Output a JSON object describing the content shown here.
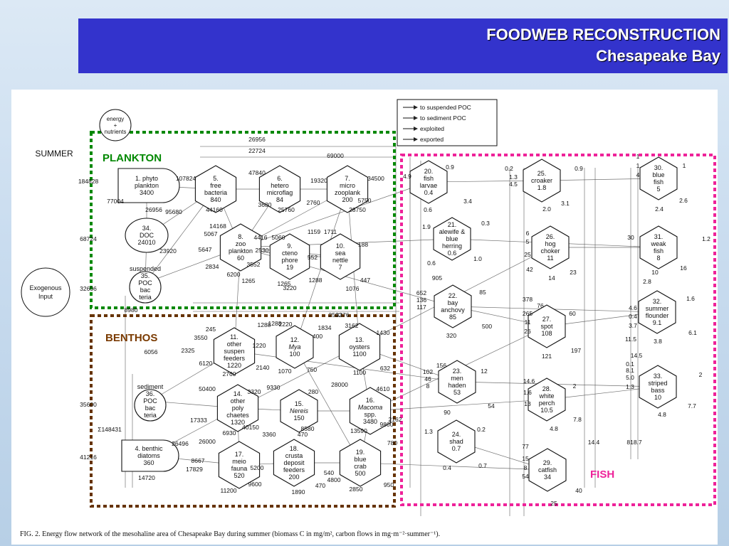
{
  "banner": {
    "title": "FOODWEB RECONSTRUCTION",
    "subtitle": "Chesapeake Bay"
  },
  "season": "SUMMER",
  "regions": {
    "plankton": "PLANKTON",
    "benthos": "BENTHOS",
    "fish": "FISH"
  },
  "colors": {
    "banner": "#3333cc",
    "plankton": "#008800",
    "benthos": "#663300",
    "fish": "#ee2299"
  },
  "energy": [
    "energy",
    "+",
    "nutrients"
  ],
  "exogenous": [
    "Exogenous",
    "Input"
  ],
  "legend": [
    "to suspended POC",
    "to sediment POC",
    "exploited",
    "exported"
  ],
  "caption": "FIG. 2.   Energy flow network of the mesohaline area of Chesapeake Bay during summer (biomass C in mg/m², carbon flows in mg·m⁻²·summer⁻¹).",
  "nodes": [
    {
      "id": "phyto",
      "lines": [
        "1.  phyto",
        "plankton",
        "3400"
      ]
    },
    {
      "id": "doc",
      "lines": [
        "34.",
        "DOC",
        "24010"
      ]
    },
    {
      "id": "poc35",
      "lines": [
        "suspended",
        "35.",
        "POC",
        "bac",
        "teria"
      ]
    },
    {
      "id": "n5",
      "lines": [
        "5.",
        "free",
        "bacteria",
        "840"
      ]
    },
    {
      "id": "n6",
      "lines": [
        "6.",
        "hetero",
        "microflag",
        "84"
      ]
    },
    {
      "id": "n7",
      "lines": [
        "7.",
        "micro",
        "zooplank",
        "200"
      ]
    },
    {
      "id": "n8",
      "lines": [
        "8.",
        "zoo",
        "plankton",
        "60"
      ]
    },
    {
      "id": "n9",
      "lines": [
        "9.",
        "cteno",
        "phore",
        "19"
      ]
    },
    {
      "id": "n10",
      "lines": [
        "10.",
        "sea",
        "nettle",
        "7"
      ]
    },
    {
      "id": "n11",
      "lines": [
        "11.",
        "other",
        "suspen",
        "feeders",
        "1220"
      ]
    },
    {
      "id": "n12",
      "lines": [
        "12.",
        "Mya",
        "100"
      ]
    },
    {
      "id": "n13",
      "lines": [
        "13.",
        "oysters",
        "1100"
      ]
    },
    {
      "id": "sed36",
      "lines": [
        "sediment",
        "36.",
        "POC",
        "bac",
        "teria"
      ]
    },
    {
      "id": "n14",
      "lines": [
        "14.",
        "other",
        "poly",
        "chaetes",
        "1320"
      ]
    },
    {
      "id": "n15",
      "lines": [
        "15.",
        "Nereis",
        "150"
      ]
    },
    {
      "id": "n16",
      "lines": [
        "16.",
        "Macoma",
        "spp.",
        "3480"
      ]
    },
    {
      "id": "diatoms",
      "lines": [
        "4.  benthic",
        "diatoms",
        "360"
      ]
    },
    {
      "id": "n17",
      "lines": [
        "17.",
        "meio",
        "fauna",
        "520"
      ]
    },
    {
      "id": "n18",
      "lines": [
        "18.",
        "crusta",
        "deposit",
        "feeders",
        "200"
      ]
    },
    {
      "id": "n19",
      "lines": [
        "19.",
        "blue",
        "crab",
        "500"
      ]
    },
    {
      "id": "n20",
      "lines": [
        "20.",
        "fish",
        "larvae",
        "0.4"
      ]
    },
    {
      "id": "n21",
      "lines": [
        "21.",
        "alewife &",
        "blue",
        "herring",
        "0.6"
      ]
    },
    {
      "id": "n22",
      "lines": [
        "22.",
        "bay",
        "anchovy",
        "85"
      ]
    },
    {
      "id": "n23",
      "lines": [
        "23.",
        "men",
        "haden",
        "53"
      ]
    },
    {
      "id": "n24",
      "lines": [
        "24.",
        "shad",
        "0.7"
      ]
    },
    {
      "id": "n25",
      "lines": [
        "25.",
        "croaker",
        "1.8"
      ]
    },
    {
      "id": "n26",
      "lines": [
        "26.",
        "hog",
        "choker",
        "11"
      ]
    },
    {
      "id": "n27",
      "lines": [
        "27.",
        "spot",
        "108"
      ]
    },
    {
      "id": "n28",
      "lines": [
        "28.",
        "white",
        "perch",
        "10.5"
      ]
    },
    {
      "id": "n29",
      "lines": [
        "29.",
        "catfish",
        "34"
      ]
    },
    {
      "id": "n30",
      "lines": [
        "30.",
        "blue",
        "fish",
        "5"
      ]
    },
    {
      "id": "n31",
      "lines": [
        "31.",
        "weak",
        "fish",
        "8"
      ]
    },
    {
      "id": "n32",
      "lines": [
        "32.",
        "summer",
        "flounder",
        "9.1"
      ]
    },
    {
      "id": "n33",
      "lines": [
        "33.",
        "striped",
        "bass",
        "10"
      ]
    }
  ],
  "flows": [
    "26956",
    "22724",
    "69000",
    "184828",
    "107824",
    "47840",
    "19320",
    "34500",
    "77004",
    "26956",
    "95680",
    "3680",
    "2760",
    "5750",
    "44160",
    "25760",
    "28750",
    "68724",
    "14168",
    "5067",
    "4416",
    "5060",
    "1711",
    "1159",
    "188",
    "23920",
    "5647",
    "2530",
    "3552",
    "552",
    "2834",
    "6200",
    "1265",
    "1288",
    "447",
    "32606",
    "1265",
    "3220",
    "1076",
    "8980",
    "3162",
    "1430",
    "2220",
    "3550",
    "245",
    "1288",
    "1288",
    "1220",
    "400",
    "1834",
    "2502",
    "3376",
    "2325",
    "6120",
    "2140",
    "2760",
    "750",
    "1070",
    "1100",
    "632",
    "6056",
    "50400",
    "3320",
    "9330",
    "280",
    "28000",
    "4610",
    "35600",
    "17333",
    "40150",
    "8580",
    "6930",
    "9800",
    "2162",
    "Σ148431",
    "26000",
    "5200",
    "3360",
    "470",
    "13590",
    "41216",
    "26496",
    "8667",
    "17829",
    "14720",
    "9600",
    "11200",
    "1890",
    "470",
    "540",
    "4800",
    "2850",
    "950",
    "780",
    "4.9",
    "0.9",
    "0.6",
    "3.4",
    "1.9",
    "0.3",
    "0.6",
    "1.0",
    "905",
    "652",
    "136",
    "117",
    "85",
    "500",
    "320",
    "102",
    "46",
    "8",
    "156",
    "12",
    "54",
    "90",
    "1.3",
    "0.2",
    "0.4",
    "0.7",
    "0.2",
    "1.3",
    "4.5",
    "0.9",
    "2.0",
    "3.1",
    "6",
    "5",
    "25",
    "42",
    "14",
    "23",
    "378",
    "265",
    "11",
    "26",
    "76",
    "60",
    "121",
    "197",
    "14.6",
    "1.6",
    "13",
    "2",
    "7.8",
    "4.8",
    "818.7",
    "77",
    "15",
    "8",
    "54",
    "40",
    "25",
    "1",
    "1",
    "4",
    "1",
    "2.4",
    "2.6",
    "30",
    "1.2",
    "10",
    "16",
    "2.8",
    "4.6",
    "0.4",
    "3.7",
    "1.6",
    "6.1",
    "11.5",
    "3.8",
    "14.5",
    "0.1",
    "8.1",
    "5.0",
    "1.3",
    "2",
    "7.7",
    "4.8",
    "14.4"
  ]
}
